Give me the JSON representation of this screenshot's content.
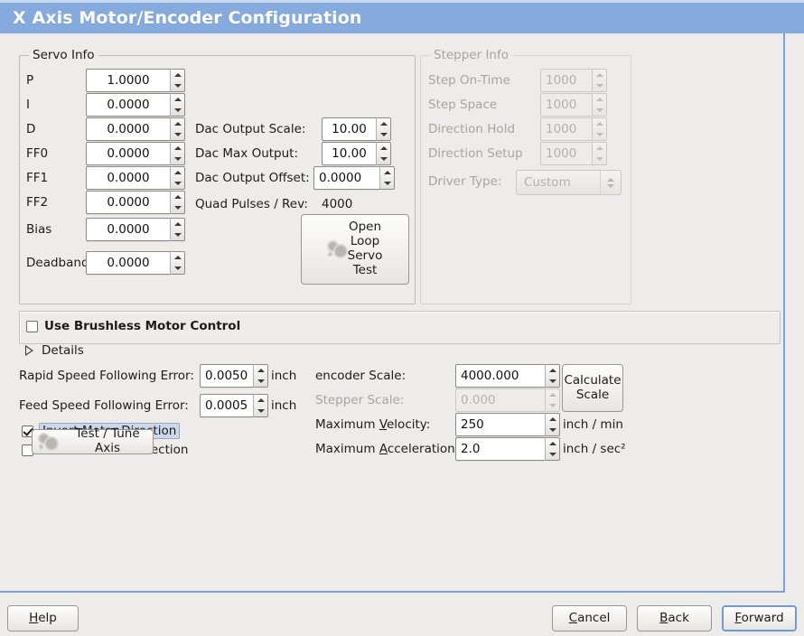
{
  "window": {
    "title": "X Axis Motor/Encoder Configuration"
  },
  "servo": {
    "group_label": "Servo Info",
    "rows": [
      {
        "label": "P",
        "value": "1.0000"
      },
      {
        "label": "I",
        "value": "0.0000"
      },
      {
        "label": "D",
        "value": "0.0000"
      },
      {
        "label": "FF0",
        "value": "0.0000"
      },
      {
        "label": "FF1",
        "value": "0.0000"
      },
      {
        "label": "FF2",
        "value": "0.0000"
      },
      {
        "label": "Bias",
        "value": "0.0000"
      },
      {
        "label": "Deadband",
        "value": "0.0000"
      }
    ],
    "dac": [
      {
        "label": "Dac Output Scale:",
        "value": "10.00"
      },
      {
        "label": "Dac Max Output:",
        "value": "10.00"
      },
      {
        "label": "Dac Output Offset:",
        "value": "0.0000"
      }
    ],
    "quad_pulses_label": "Quad Pulses / Rev:",
    "quad_pulses_value": "4000",
    "open_loop_button": "Open\nLoop\nServo\nTest",
    "open_loop_button_lines": [
      "Open",
      "Loop",
      "Servo",
      "Test"
    ],
    "open_loop_icon": "gears-icon"
  },
  "stepper": {
    "group_label": "Stepper Info",
    "enabled": false,
    "rows": [
      {
        "label": "Step On-Time",
        "value": "1000"
      },
      {
        "label": "Step Space",
        "value": "1000"
      },
      {
        "label": "Direction Hold",
        "value": "1000"
      },
      {
        "label": "Direction Setup",
        "value": "1000"
      }
    ],
    "driver_type_label": "Driver Type:",
    "driver_type_value": "Custom"
  },
  "brushless": {
    "checkbox_label": "Use Brushless Motor Control",
    "checked": false,
    "details_label": "Details",
    "details_expanded": false
  },
  "errors": {
    "rapid_label": "Rapid Speed Following Error:",
    "rapid_value": "0.0050",
    "rapid_unit": "inch",
    "feed_label": "Feed Speed Following Error:",
    "feed_value": "0.0005",
    "feed_unit": "inch"
  },
  "invert": {
    "motor_label": "Invert Motor Direction",
    "motor_checked": true,
    "encoder_label": "Invert Encoder Direction",
    "encoder_checked": false
  },
  "test_tune": {
    "label": "Test / Tune Axis",
    "icon": "gears-icon"
  },
  "scales": {
    "encoder_label": "encoder Scale:",
    "encoder_value": "4000.000",
    "stepper_label": "Stepper Scale:",
    "stepper_value": "0.000",
    "stepper_enabled": false,
    "calculate_button_lines": [
      "Calculate",
      "Scale"
    ],
    "velocity_label_pre": "Maximum ",
    "velocity_label_mn": "V",
    "velocity_label_post": "elocity:",
    "velocity_value": "250",
    "velocity_unit": "inch / min",
    "accel_label_pre": "Maximum ",
    "accel_label_mn": "A",
    "accel_label_post": "cceleration:",
    "accel_value": "2.0",
    "accel_unit": "inch / sec²"
  },
  "footer": {
    "help_pre": "",
    "help_mn": "H",
    "help_post": "elp",
    "cancel_pre": "",
    "cancel_mn": "C",
    "cancel_post": "ancel",
    "back_pre": "",
    "back_mn": "B",
    "back_post": "ack",
    "forward_pre": "",
    "forward_mn": "F",
    "forward_post": "orward"
  },
  "colors": {
    "titlebar": "#85aadd",
    "frame_border": "#7ba2d4",
    "background": "#edecea",
    "focus_highlight": "#ccd8ea"
  }
}
